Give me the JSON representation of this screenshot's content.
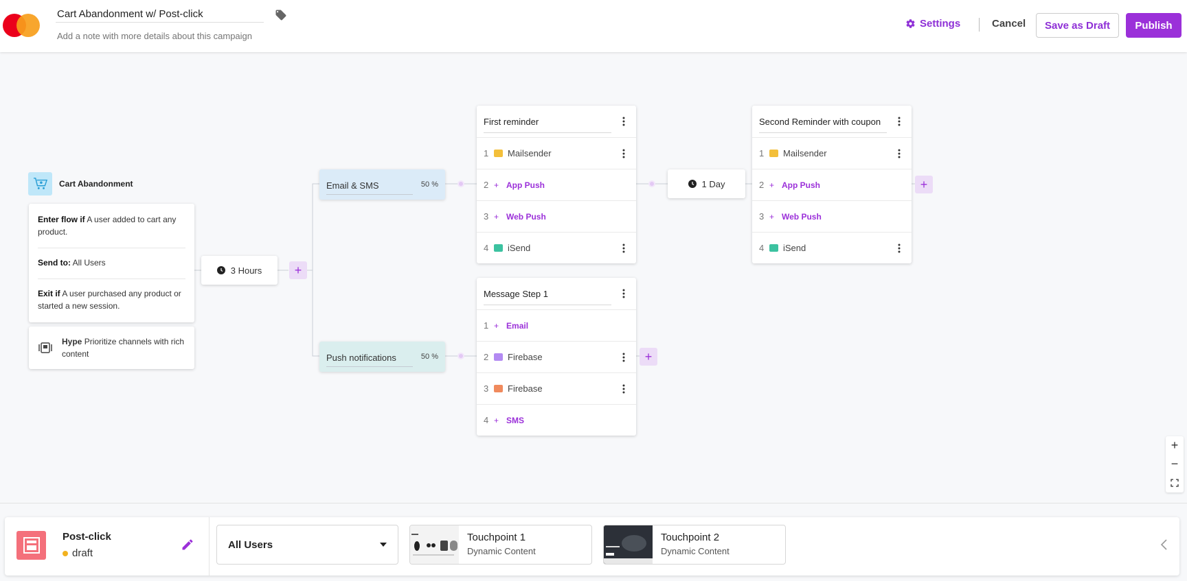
{
  "header": {
    "campaign_title": "Cart Abandonment w/ Post-click",
    "note_placeholder": "Add a note with more details about this campaign",
    "settings_label": "Settings",
    "cancel_label": "Cancel",
    "save_draft_label": "Save as Draft",
    "publish_label": "Publish",
    "accent_color": "#9b30d9"
  },
  "trigger": {
    "title": "Cart Abandonment",
    "enter_bold": "Enter flow if",
    "enter_text": "A user added to cart any product.",
    "send_bold": "Send to:",
    "send_text": "All Users",
    "exit_bold": "Exit if",
    "exit_text": "A user purchased any product or started a new session.",
    "hype_bold": "Hype",
    "hype_text": "Prioritize channels with rich content"
  },
  "delay1": {
    "label": "3 Hours"
  },
  "delay2": {
    "label": "1 Day"
  },
  "splits": [
    {
      "label": "Email & SMS",
      "percent": "50 %"
    },
    {
      "label": "Push notifications",
      "percent": "50 %"
    }
  ],
  "steps": {
    "first": {
      "name": "First reminder",
      "rows": [
        {
          "num": "1",
          "label": "Mailsender",
          "type": "channel",
          "icon": "mail-icon"
        },
        {
          "num": "2",
          "label": "App Push",
          "type": "add"
        },
        {
          "num": "3",
          "label": "Web Push",
          "type": "add"
        },
        {
          "num": "4",
          "label": "iSend",
          "type": "channel",
          "icon": "sms-icon"
        }
      ]
    },
    "second": {
      "name": "Second Reminder with coupon",
      "rows": [
        {
          "num": "1",
          "label": "Mailsender",
          "type": "channel",
          "icon": "mail-icon"
        },
        {
          "num": "2",
          "label": "App Push",
          "type": "add"
        },
        {
          "num": "3",
          "label": "Web Push",
          "type": "add"
        },
        {
          "num": "4",
          "label": "iSend",
          "type": "channel",
          "icon": "sms-icon"
        }
      ]
    },
    "message": {
      "name": "Message Step 1",
      "rows": [
        {
          "num": "1",
          "label": "Email",
          "type": "add"
        },
        {
          "num": "2",
          "label": "Firebase",
          "type": "channel",
          "icon": "app-push-icon"
        },
        {
          "num": "3",
          "label": "Firebase",
          "type": "channel",
          "icon": "web-push-icon"
        },
        {
          "num": "4",
          "label": "SMS",
          "type": "add"
        }
      ]
    }
  },
  "bottom": {
    "title": "Post-click",
    "status": "draft",
    "audience": "All Users",
    "touchpoints": [
      {
        "title": "Touchpoint 1",
        "subtitle": "Dynamic Content"
      },
      {
        "title": "Touchpoint 2",
        "subtitle": "Dynamic Content"
      }
    ]
  }
}
